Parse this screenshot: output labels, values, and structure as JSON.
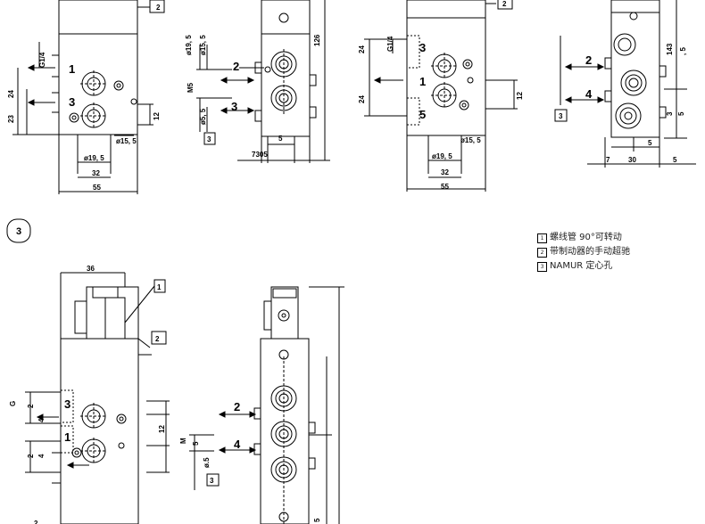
{
  "diagram": {
    "callouts": {
      "c1": "1",
      "c2": "2",
      "c3": "3"
    },
    "section_label": "3",
    "ports": {
      "p1": "1",
      "p2": "2",
      "p3": "3",
      "p4": "4",
      "p5": "5"
    },
    "dims_a": {
      "g14": "G1/4",
      "d24": "24",
      "d23": "23",
      "d12": "12",
      "phi15": "ø15, 5",
      "phi19": "ø19, 5",
      "w32": "32",
      "w55": "55"
    },
    "dims_b": {
      "phi19": "ø19, 5",
      "phi15": "ø15, 5",
      "m5": "M5",
      "phi5": "ø5, 5",
      "h126": "126",
      "w5": "5",
      "w7305": "7305"
    },
    "dims_c": {
      "g14": "G1/4",
      "d24a": "24",
      "d24b": "24",
      "d12": "12",
      "phi15": "ø15, 5",
      "phi19": "ø19, 5",
      "w32": "32",
      "w55": "55"
    },
    "dims_d": {
      "h143": "143",
      "h5": ", 5",
      "d3": "3",
      "d5": "5",
      "w7": "7",
      "w30": "30",
      "w5a": "5",
      "w5b": "5"
    },
    "dims_e": {
      "w36": "36",
      "g": "G",
      "d2a": "2",
      "d4a": "4",
      "d2b": "2",
      "d4b": "4",
      "d12": "12",
      "m": "M",
      "d5": "5",
      "phi5": "ø.5",
      "d5b": "5"
    }
  },
  "legend": [
    {
      "num": "1",
      "text": "螺线管 90°可转动"
    },
    {
      "num": "2",
      "text": "带制动器的手动超驰"
    },
    {
      "num": "3",
      "text": "NAMUR 定心孔"
    }
  ]
}
